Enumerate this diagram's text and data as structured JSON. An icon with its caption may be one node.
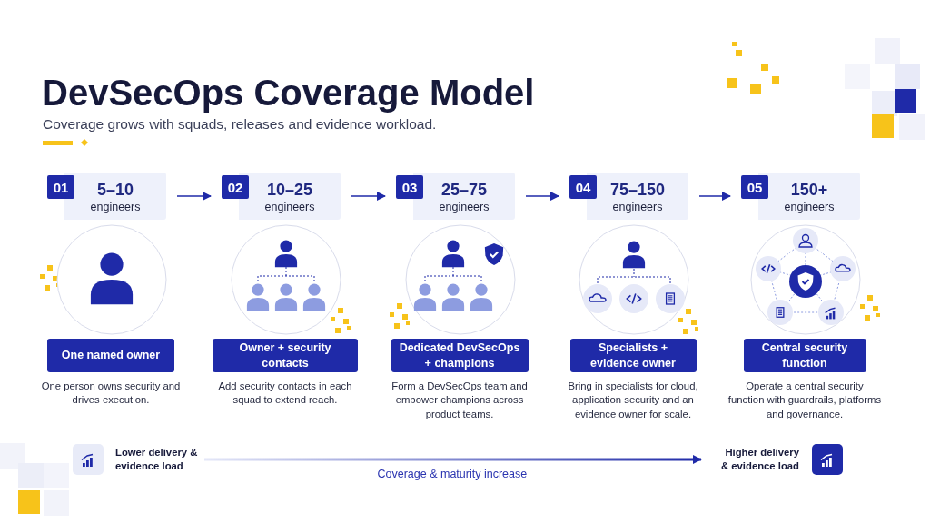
{
  "diagram": {
    "title": "DevSecOps Coverage Model",
    "nodes": [
      {
        "text": [
          "01",
          "5–10",
          "engineers"
        ]
      },
      {
        "text": [
          "One named owner"
        ],
        "beside": [
          "One person owns security and drives execution."
        ]
      },
      {
        "text": [
          "02",
          "10–25",
          "engineers"
        ]
      },
      {
        "text": [
          "Owner + security contacts"
        ],
        "beside": [
          "Add security contacts in each squad to extend reach."
        ]
      },
      {
        "text": [
          "03",
          "25–75",
          "engineers"
        ]
      },
      {
        "text": [
          "Dedicated DevSecOps + champions"
        ],
        "beside": [
          "Form a DevSecOps team and empower champions across product teams."
        ]
      },
      {
        "text": [
          "04",
          "75–150",
          "engineers"
        ]
      },
      {
        "text": [
          "Specialists + evidence owner"
        ],
        "beside": [
          "Bring in specialists for cloud, application security and an evidence owner for scale."
        ]
      },
      {
        "text": [
          "05",
          "150+",
          "engineers"
        ]
      },
      {
        "text": [
          "Central security function"
        ],
        "beside": [
          "Operate a central security function with guardrails, platforms and governance."
        ]
      },
      {
        "text": [
          "Lower delivery & evidence load"
        ]
      },
      {
        "text": [
          "Higher delivery & evidence load"
        ]
      }
    ],
    "edges": [
      {
        "from": 0,
        "to": 2,
        "arrow": "to"
      },
      {
        "from": 2,
        "to": 4,
        "arrow": "to"
      },
      {
        "from": 4,
        "to": 6,
        "arrow": "to"
      },
      {
        "from": 6,
        "to": 8,
        "arrow": "to"
      },
      {
        "from": 10,
        "to": 11,
        "arrow": "to",
        "label": "Coverage & maturity increase",
        "style": "thick"
      }
    ],
    "labels": [
      "Coverage grows with squads, releases and evidence workload."
    ]
  }
}
